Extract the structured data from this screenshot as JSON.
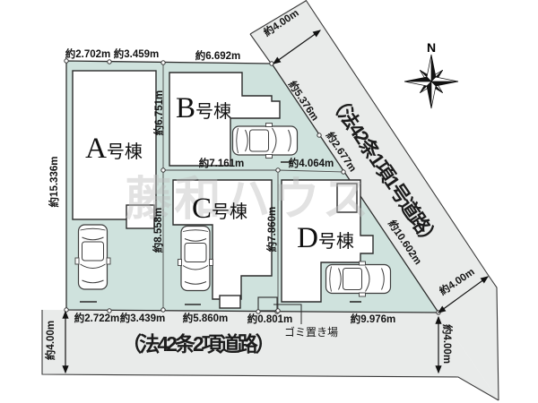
{
  "colors": {
    "lot_fill": "#cfe2dd",
    "road_fill": "#e9ebea",
    "building_fill": "#ffffff",
    "outline": "#2f2f2f",
    "watermark_gray": "#bfbfbf"
  },
  "compass": {
    "label": "N"
  },
  "watermark": {
    "text": "藤和ハウス"
  },
  "roads": {
    "northeast": "（法42条1項1号道路）",
    "south": "（法42条2項道路）"
  },
  "buildings": [
    {
      "letter": "A",
      "suffix": "号棟"
    },
    {
      "letter": "B",
      "suffix": "号棟"
    },
    {
      "letter": "C",
      "suffix": "号棟"
    },
    {
      "letter": "D",
      "suffix": "号棟"
    }
  ],
  "garbage_area": {
    "label": "ゴミ置き場"
  },
  "dimensions": {
    "top": [
      "約2.702m",
      "約3.459m",
      "約6.692m"
    ],
    "bottom": [
      "約2.722m",
      "約3.439m",
      "約5.860m",
      "約0.801m",
      "約9.976m"
    ],
    "left_side": "約15.336m",
    "inner": {
      "ab_vertical": "約6.751m",
      "bc_horizontal": "約7.161m",
      "cd_top": "約4.064m",
      "ac_vertical": "約8.558m",
      "cd_vertical": "約7.860m"
    },
    "diagonal": {
      "upper": "約5.376m",
      "middle": "約2.677m",
      "lower": "約10.602m"
    },
    "road_widths": {
      "northeast": "約4.00m",
      "southeast_diagonal": "約4.00m",
      "southeast_vertical": "約4.00m",
      "south": "約4.00m"
    }
  }
}
